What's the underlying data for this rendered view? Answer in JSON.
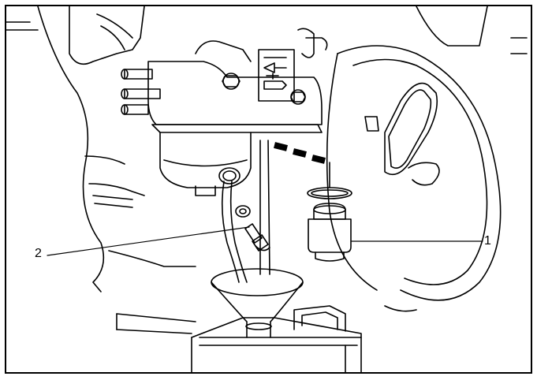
{
  "figure": {
    "callouts": [
      {
        "id": "1",
        "label": "1",
        "target": "fuel-sediment-cup"
      },
      {
        "id": "2",
        "label": "2",
        "target": "drain-bolt"
      }
    ],
    "colors": {
      "ink": "#000000",
      "paper": "#ffffff"
    },
    "icons": [
      "fuel-valve-label-icon"
    ]
  }
}
